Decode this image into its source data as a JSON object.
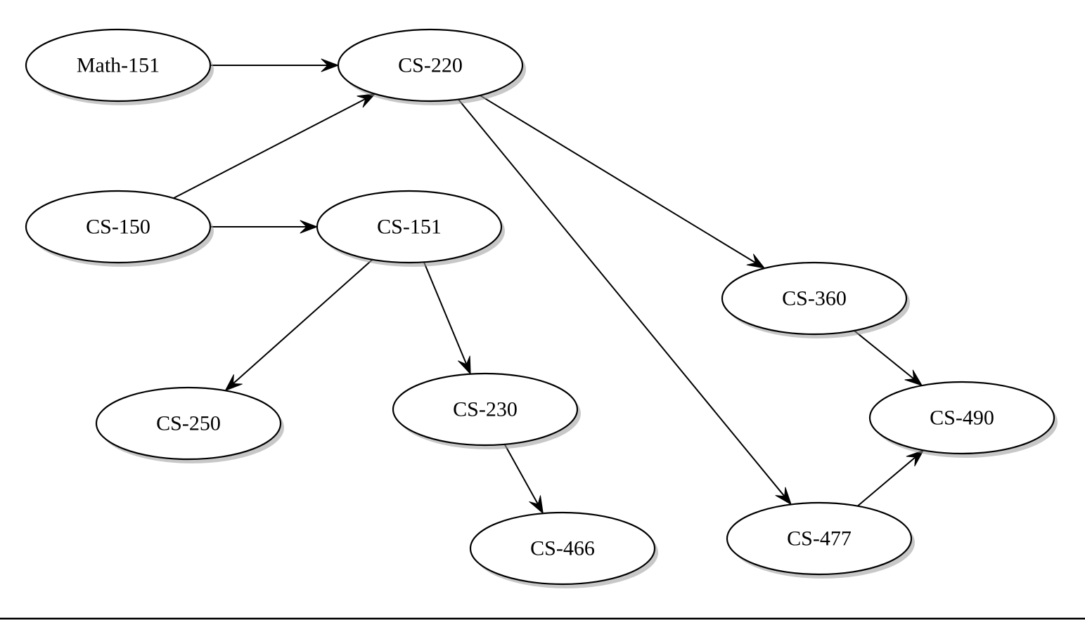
{
  "diagram": {
    "type": "directed-graph",
    "nodes": [
      {
        "id": "math151",
        "label": "Math-151"
      },
      {
        "id": "cs220",
        "label": "CS-220"
      },
      {
        "id": "cs150",
        "label": "CS-150"
      },
      {
        "id": "cs151",
        "label": "CS-151"
      },
      {
        "id": "cs360",
        "label": "CS-360"
      },
      {
        "id": "cs250",
        "label": "CS-250"
      },
      {
        "id": "cs230",
        "label": "CS-230"
      },
      {
        "id": "cs490",
        "label": "CS-490"
      },
      {
        "id": "cs466",
        "label": "CS-466"
      },
      {
        "id": "cs477",
        "label": "CS-477"
      }
    ],
    "edges": [
      {
        "from": "math151",
        "to": "cs220"
      },
      {
        "from": "cs150",
        "to": "cs220"
      },
      {
        "from": "cs150",
        "to": "cs151"
      },
      {
        "from": "cs220",
        "to": "cs360"
      },
      {
        "from": "cs220",
        "to": "cs477"
      },
      {
        "from": "cs151",
        "to": "cs250"
      },
      {
        "from": "cs151",
        "to": "cs230"
      },
      {
        "from": "cs230",
        "to": "cs466"
      },
      {
        "from": "cs360",
        "to": "cs490"
      },
      {
        "from": "cs477",
        "to": "cs490"
      }
    ]
  }
}
